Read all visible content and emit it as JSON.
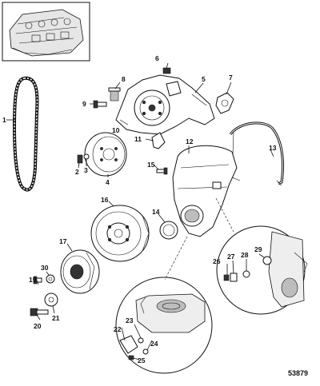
{
  "figure_number": "53879",
  "callouts": [
    {
      "id": "c1",
      "text": "1"
    },
    {
      "id": "c2",
      "text": "2"
    },
    {
      "id": "c3",
      "text": "3"
    },
    {
      "id": "c4",
      "text": "4"
    },
    {
      "id": "c5",
      "text": "5"
    },
    {
      "id": "c6",
      "text": "6"
    },
    {
      "id": "c7",
      "text": "7"
    },
    {
      "id": "c8",
      "text": "8"
    },
    {
      "id": "c9",
      "text": "9"
    },
    {
      "id": "c10",
      "text": "10"
    },
    {
      "id": "c11",
      "text": "11"
    },
    {
      "id": "c12",
      "text": "12"
    },
    {
      "id": "c13",
      "text": "13"
    },
    {
      "id": "c14",
      "text": "14"
    },
    {
      "id": "c15",
      "text": "15"
    },
    {
      "id": "c16",
      "text": "16"
    },
    {
      "id": "c17",
      "text": "17"
    },
    {
      "id": "c19",
      "text": "19"
    },
    {
      "id": "c20",
      "text": "20"
    },
    {
      "id": "c21",
      "text": "21"
    },
    {
      "id": "c22",
      "text": "22"
    },
    {
      "id": "c23",
      "text": "23"
    },
    {
      "id": "c24",
      "text": "24"
    },
    {
      "id": "c25",
      "text": "25"
    },
    {
      "id": "c26",
      "text": "26"
    },
    {
      "id": "c27",
      "text": "27"
    },
    {
      "id": "c28",
      "text": "28"
    },
    {
      "id": "c29",
      "text": "29"
    },
    {
      "id": "c30",
      "text": "30"
    }
  ]
}
